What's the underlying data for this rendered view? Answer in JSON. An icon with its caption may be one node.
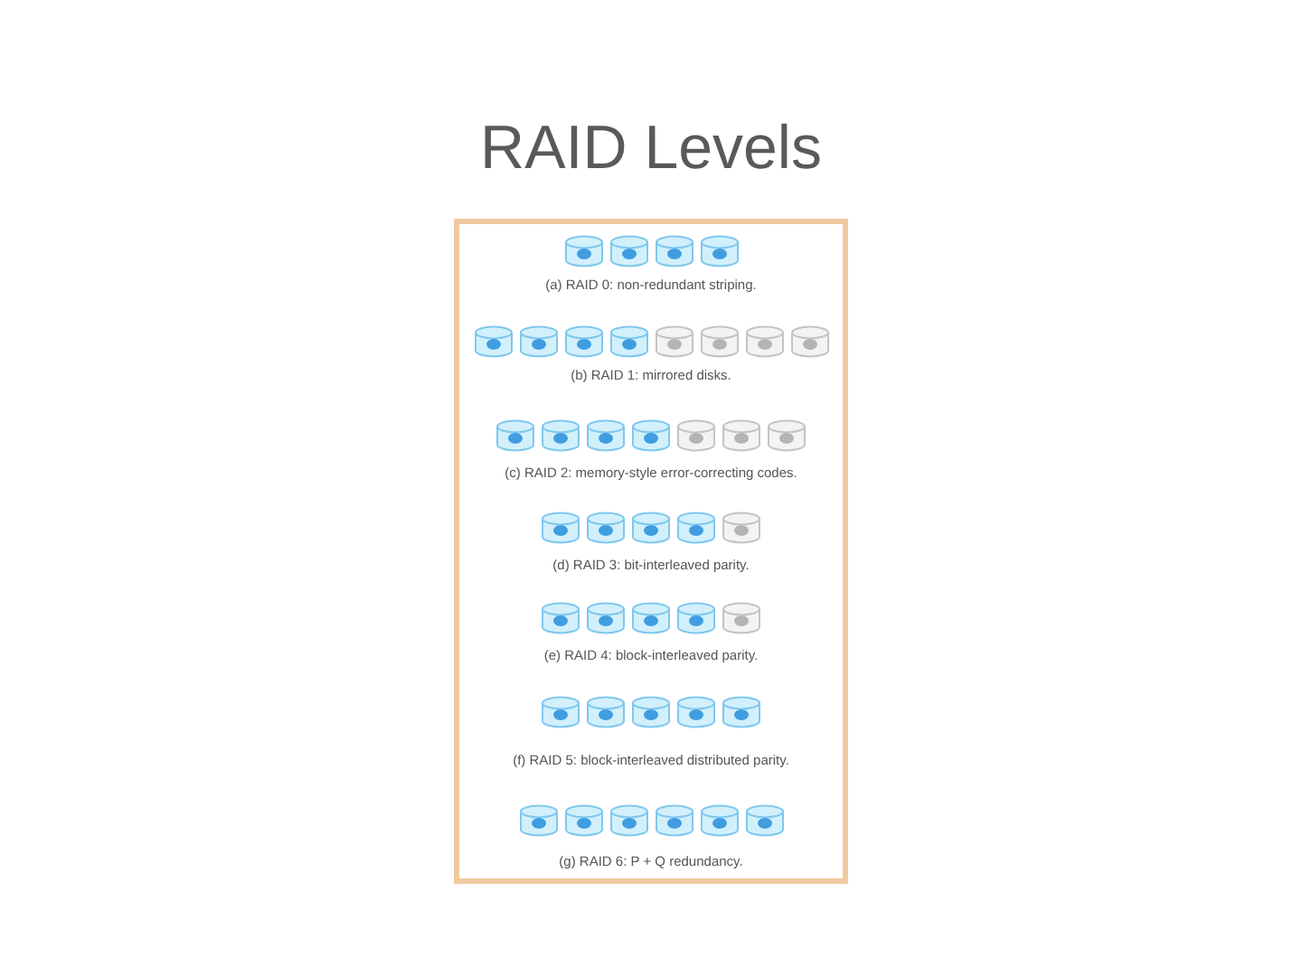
{
  "diagram": {
    "title": "RAID Levels",
    "labels": [
      "(a) RAID 0: non-redundant striping.",
      "(b) RAID 1: mirrored disks.",
      "(c) RAID 2: memory-style error-correcting codes.",
      "(d) RAID 3: bit-interleaved parity.",
      "(e) RAID 4: block-interleaved parity.",
      "(f) RAID 5: block-interleaved distributed parity.",
      "(g) RAID 6: P + Q redundancy."
    ]
  }
}
